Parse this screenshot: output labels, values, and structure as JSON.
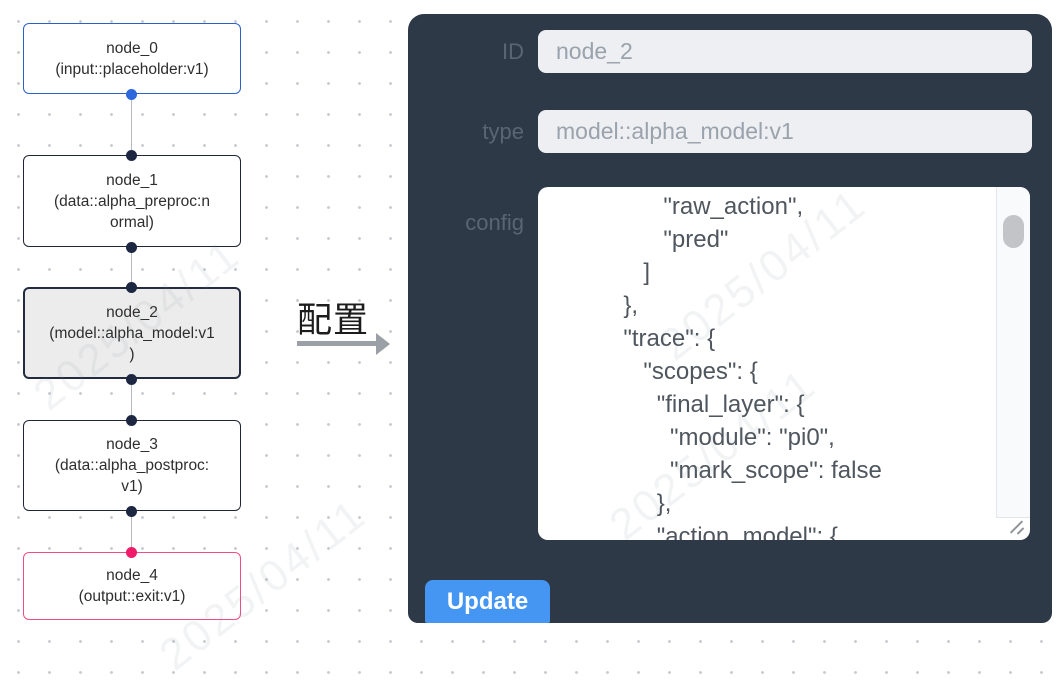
{
  "flow": {
    "nodes": [
      {
        "id": "node_0",
        "label": "node_0\n(input::placeholder:v1)",
        "border_color": "#2e5fc7",
        "out_port_color": "#2c67de"
      },
      {
        "id": "node_1",
        "label": "node_1\n(data::alpha_preproc:n\normal)",
        "border_color": "#1f2636"
      },
      {
        "id": "node_2",
        "label": "node_2\n(model::alpha_model:v1\n)",
        "border_color": "#232c3e",
        "bg_color": "#ececec",
        "selected": true
      },
      {
        "id": "node_3",
        "label": "node_3\n(data::alpha_postproc:\nv1)",
        "border_color": "#1f2636"
      },
      {
        "id": "node_4",
        "label": "node_4\n(output::exit:v1)",
        "border_color": "#ee4d86",
        "in_port_color": "#f01a6b"
      }
    ],
    "port_color": "#1c2742",
    "edge_color": "#b5b8bd"
  },
  "transfer": {
    "label": "配置",
    "arrow_color": "#9aa0a6"
  },
  "panel": {
    "bg_color": "#2e3948",
    "label_color": "#5a6473",
    "input_bg": "#edeff3",
    "fields": [
      {
        "label": "ID",
        "value": "node_2"
      },
      {
        "label": "type",
        "value": "model::alpha_model:v1"
      }
    ],
    "config_label": "config",
    "config_lines": [
      "                 \"raw_action\",",
      "                 \"pred\"",
      "              ]",
      "           },",
      "           \"trace\": {",
      "              \"scopes\": {",
      "                \"final_layer\": {",
      "                  \"module\": \"pi0\",",
      "                  \"mark_scope\": false",
      "                },",
      "                \"action_model\": {"
    ],
    "update_label": "Update",
    "button_color": "#4496f2"
  },
  "watermark": {
    "text": "2025/04/11"
  }
}
